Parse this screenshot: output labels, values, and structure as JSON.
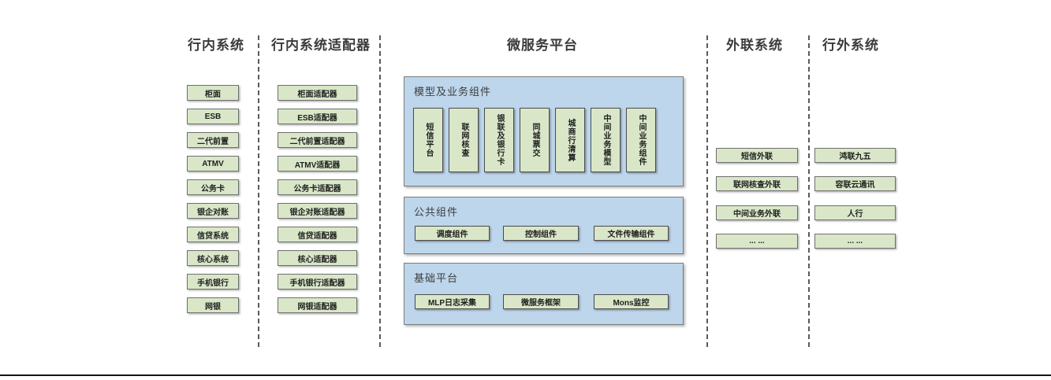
{
  "columns": {
    "internal": {
      "title": "行内系统",
      "items": [
        "柜面",
        "ESB",
        "二代前置",
        "ATMV",
        "公务卡",
        "银企对账",
        "信贷系统",
        "核心系统",
        "手机银行",
        "网银"
      ]
    },
    "adapters": {
      "title": "行内系统适配器",
      "items": [
        "柜面适配器",
        "ESB适配器",
        "二代前置适配器",
        "ATMV适配器",
        "公务卡适配器",
        "银企对账适配器",
        "信贷适配器",
        "核心适配器",
        "手机银行适配器",
        "网银适配器"
      ]
    },
    "platform": {
      "title": "微服务平台",
      "model_section": {
        "label": "模型及业务组件",
        "items": [
          "短信平台",
          "联网核查",
          "银联及银行卡",
          "同城票交",
          "城商行清算",
          "中间业务模型",
          "中间业务组件"
        ]
      },
      "common_section": {
        "label": "公共组件",
        "items": [
          "调度组件",
          "控制组件",
          "文件传输组件"
        ]
      },
      "base_section": {
        "label": "基础平台",
        "items": [
          "MLP日志采集",
          "微服务框架",
          "Mons监控"
        ]
      }
    },
    "outreach": {
      "title": "外联系统",
      "items": [
        "短信外联",
        "联网核查外联",
        "中间业务外联",
        "... ..."
      ]
    },
    "external": {
      "title": "行外系统",
      "items": [
        "鸿联九五",
        "容联云通讯",
        "人行",
        "... ..."
      ]
    }
  },
  "colors": {
    "box_green": "#d9e7c8",
    "panel_blue": "#bdd6ec",
    "border_gray": "#6f6f6f",
    "dash_gray": "#5a5a5a",
    "title_text": "#3b3b3b"
  }
}
